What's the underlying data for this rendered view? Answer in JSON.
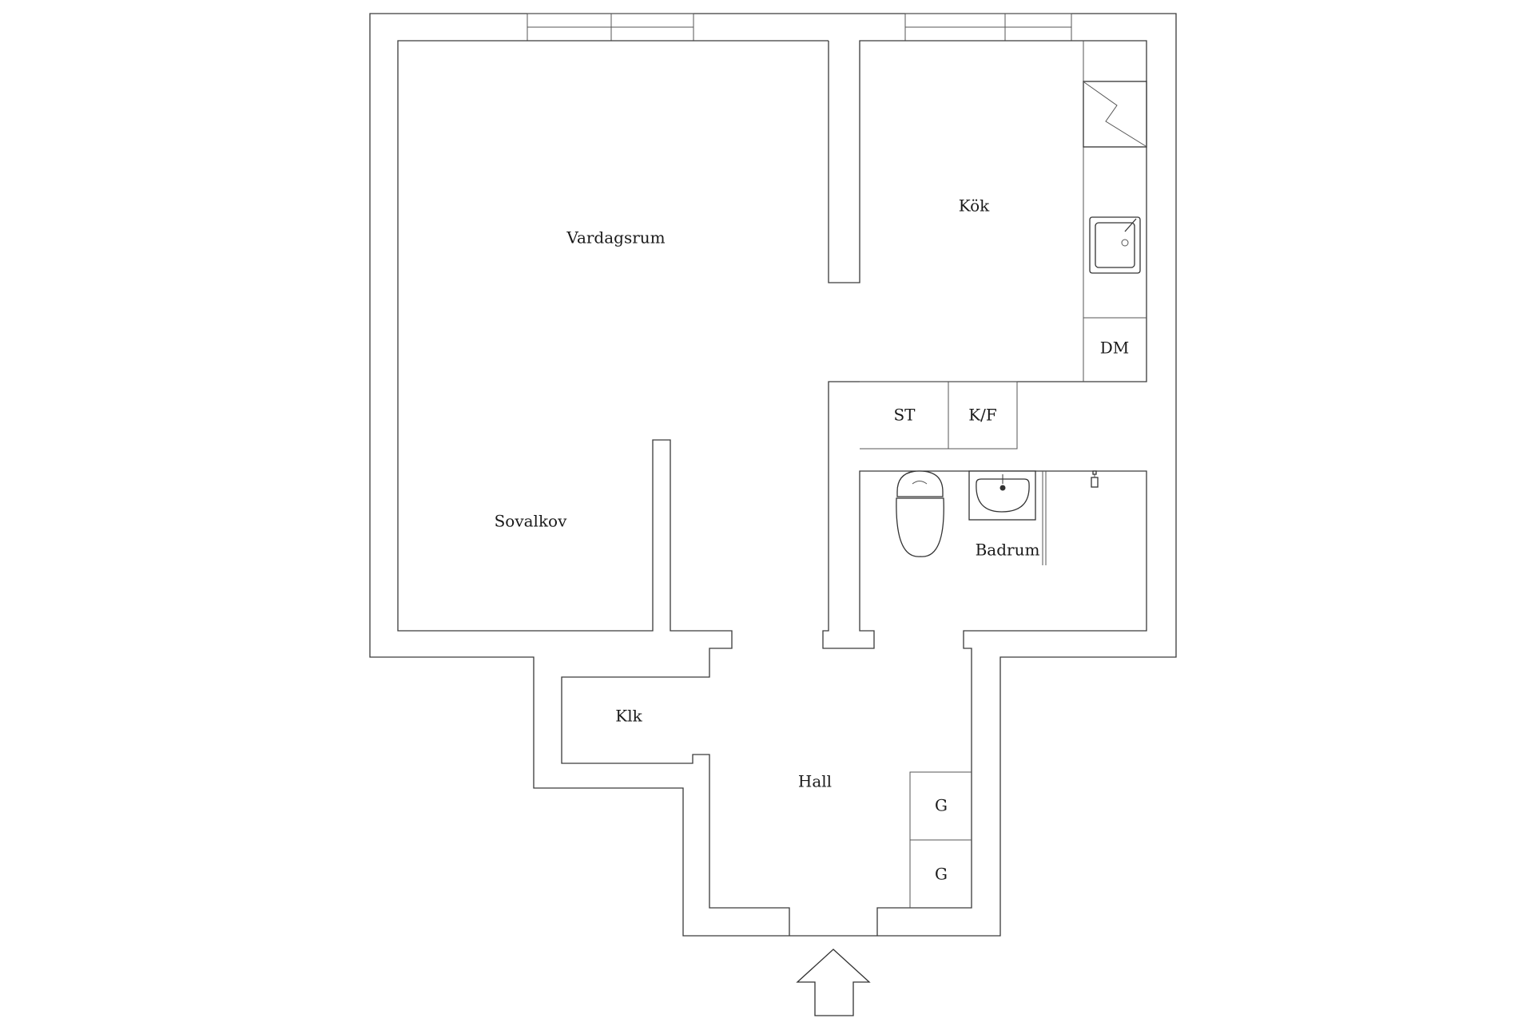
{
  "floor_plan": {
    "rooms": {
      "vardagsrum": "Vardagsrum",
      "kok": "Kök",
      "sovalkov": "Sovalkov",
      "badrum": "Badrum",
      "klk": "Klk",
      "hall": "Hall"
    },
    "fixtures": {
      "dm": "DM",
      "st": "ST",
      "kf": "K/F",
      "g_upper": "G",
      "g_lower": "G"
    },
    "icons": [
      "stove-icon",
      "kitchen-sink-icon",
      "toilet-icon",
      "washbasin-icon",
      "shower-head-icon",
      "entrance-arrow-icon"
    ],
    "colors": {
      "line": "#3a3a3a",
      "background": "#ffffff"
    }
  }
}
